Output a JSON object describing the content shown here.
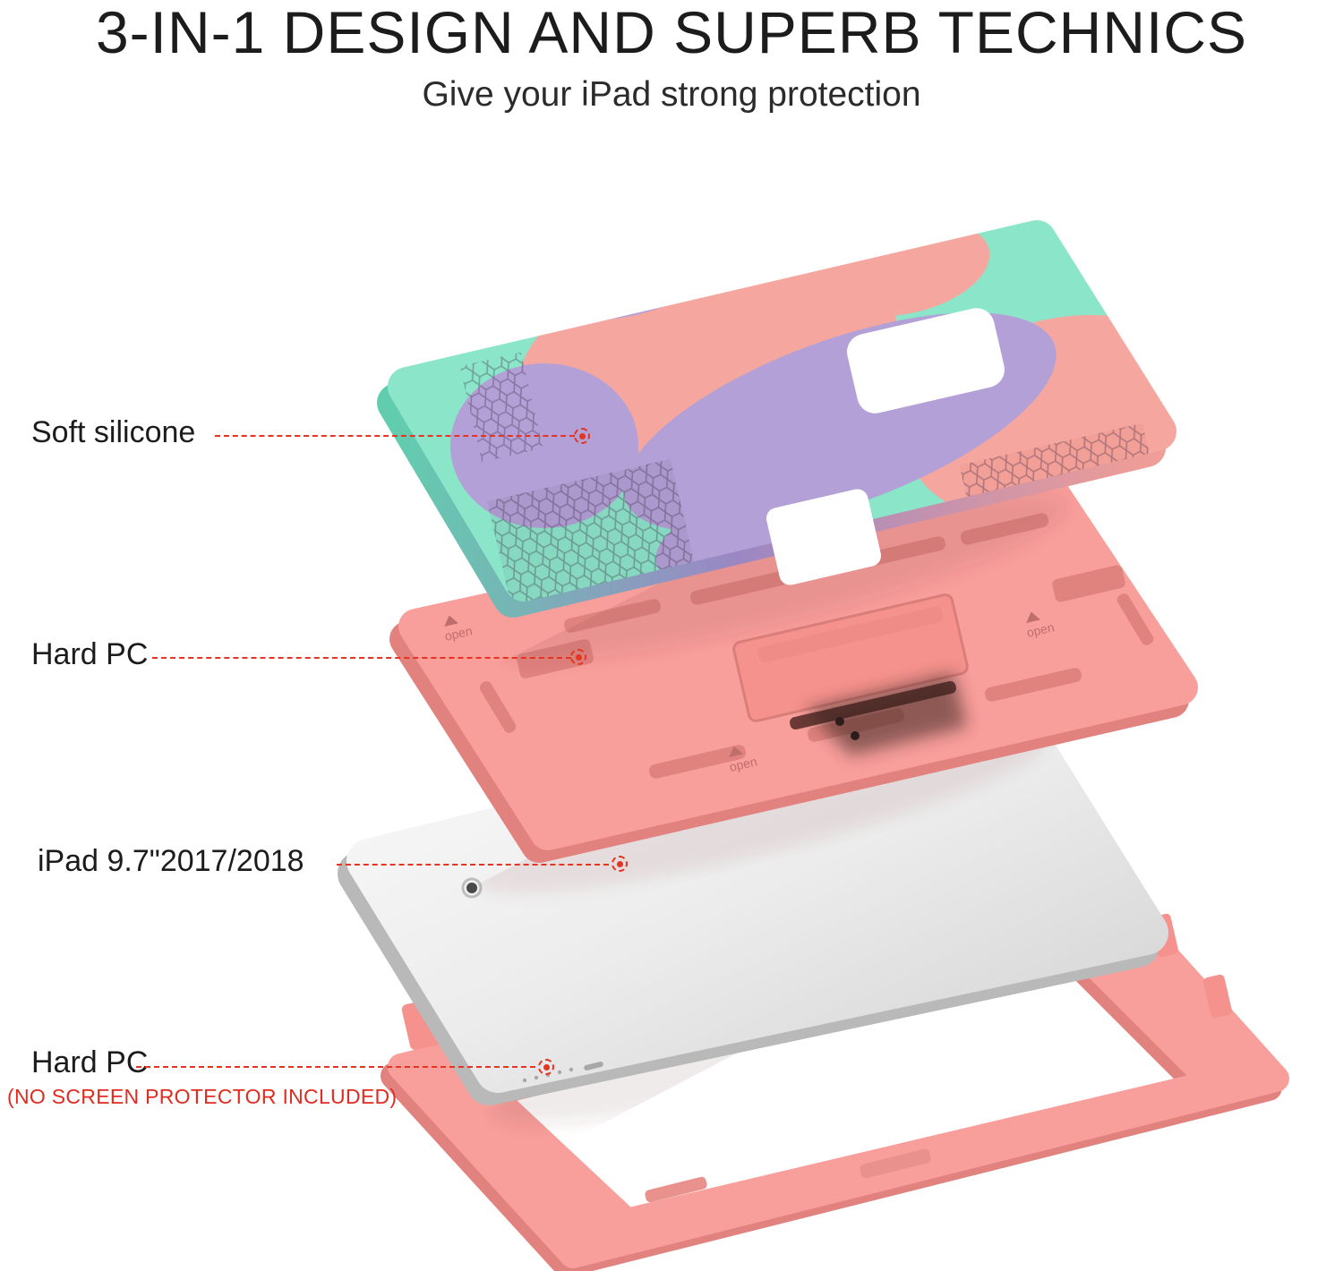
{
  "header": {
    "title": "3-IN-1 DESIGN AND SUPERB TECHNICS",
    "subtitle": "Give your iPad strong protection"
  },
  "annotations": [
    {
      "label": "Soft silicone"
    },
    {
      "label": "Hard PC"
    },
    {
      "label": "iPad 9.7\"2017/2018"
    },
    {
      "label": "Hard PC"
    }
  ],
  "note": "(NO SCREEN PROTECTOR INCLUDED)",
  "diagram": {
    "open_label": "open"
  },
  "colors": {
    "mint": "#8BE5C9",
    "salmon_pink": "#F89E9B",
    "blob_pink": "#F5A79F",
    "lavender": "#B3A0D6",
    "silver_light": "#F7F7F7",
    "silver_dark": "#CFCFCF",
    "marker_red": "#E63322",
    "note_red": "#E02B20"
  }
}
